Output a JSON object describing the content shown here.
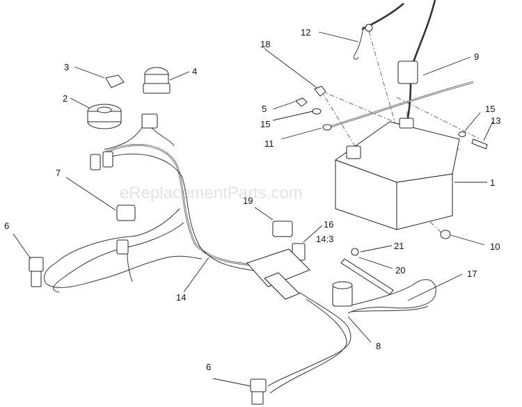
{
  "watermark": "eReplacementParts.com",
  "callouts": {
    "c1": "1",
    "c2": "2",
    "c3": "3",
    "c4": "4",
    "c5": "5",
    "c6a": "6",
    "c6b": "6",
    "c7": "7",
    "c8": "8",
    "c9": "9",
    "c10": "10",
    "c11": "11",
    "c12": "12",
    "c13": "13",
    "c14": "14",
    "c14_3": "14:3",
    "c15a": "15",
    "c15b": "15",
    "c16": "16",
    "c17": "17",
    "c18": "18",
    "c19": "19",
    "c20": "20",
    "c21": "21"
  }
}
